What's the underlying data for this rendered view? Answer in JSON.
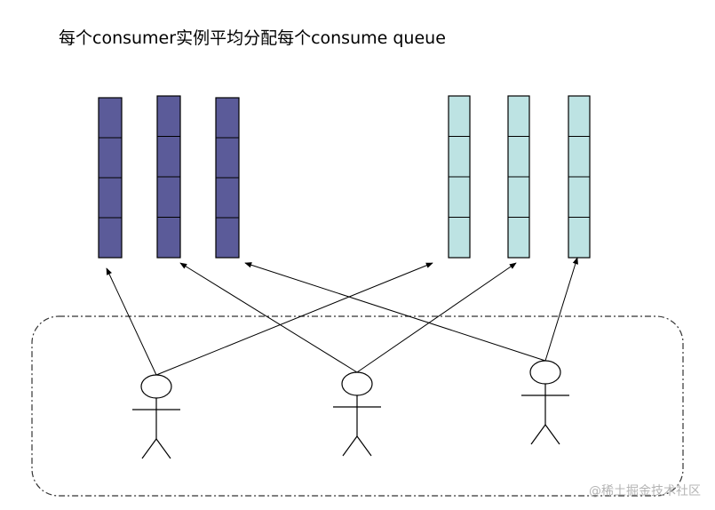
{
  "title": "每个consumer实例平均分配每个consume queue",
  "watermark": "@稀土掘金技术社区",
  "colors": {
    "left_queue_fill": "#5b5b99",
    "right_queue_fill": "#bde3e3",
    "stroke": "#000000",
    "group_border": "#333333"
  },
  "queues": [
    {
      "id": "q1",
      "group": "left"
    },
    {
      "id": "q2",
      "group": "left"
    },
    {
      "id": "q3",
      "group": "left"
    },
    {
      "id": "q4",
      "group": "right"
    },
    {
      "id": "q5",
      "group": "right"
    },
    {
      "id": "q6",
      "group": "right"
    }
  ],
  "slots_per_queue": 4,
  "consumers": [
    {
      "id": "c1",
      "assigned_queues": [
        "q1",
        "q4"
      ]
    },
    {
      "id": "c2",
      "assigned_queues": [
        "q2",
        "q5"
      ]
    },
    {
      "id": "c3",
      "assigned_queues": [
        "q3",
        "q6"
      ]
    }
  ]
}
